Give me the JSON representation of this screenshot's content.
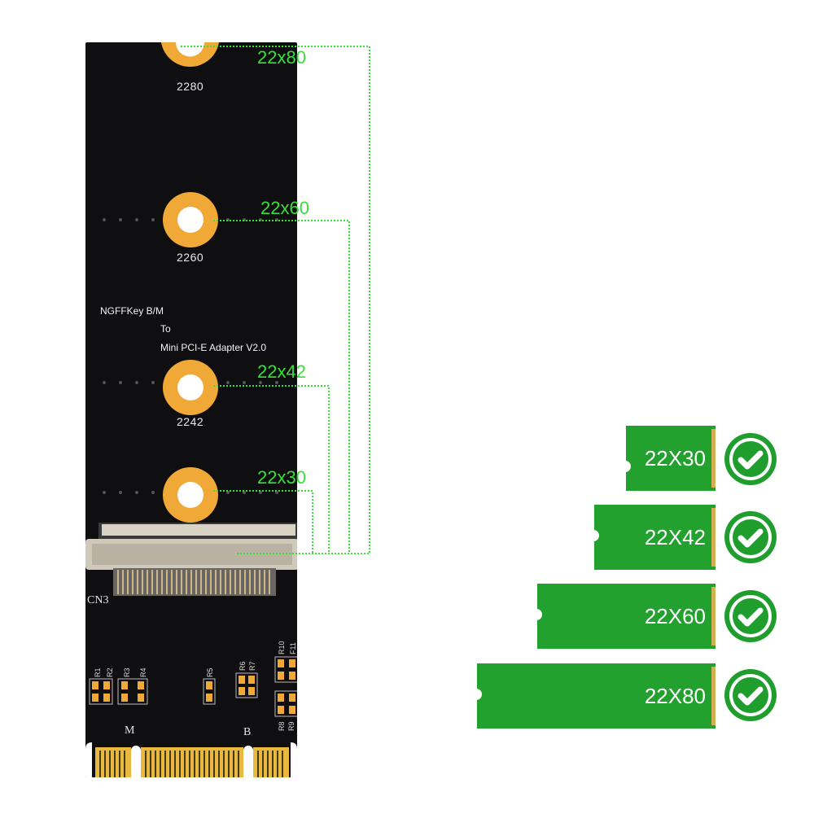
{
  "board": {
    "holes": [
      {
        "label": "2280",
        "dim": "22x80"
      },
      {
        "label": "2260",
        "dim": "22x60"
      },
      {
        "label": "2242",
        "dim": "22x42"
      },
      {
        "label": "",
        "dim": "22x30"
      }
    ],
    "title_line1": "NGFFKey B/M",
    "title_line2": "To",
    "title_line3": "Mini PCI-E Adapter V2.0",
    "connector_ref": "CN3",
    "resistor_refs": [
      "R1",
      "R2",
      "R3",
      "R4",
      "R5",
      "R6",
      "R7",
      "R10",
      "F11",
      "R8",
      "R9"
    ],
    "key_m": "M",
    "key_b": "B"
  },
  "cards": [
    {
      "label": "22X30"
    },
    {
      "label": "22X42"
    },
    {
      "label": "22X60"
    },
    {
      "label": "22X80"
    }
  ],
  "colors": {
    "pcb": "#0f0f11",
    "gold": "#f0a937",
    "dimension_green": "#36e039",
    "card_green": "#23a12f",
    "check_green": "#1f9e2e"
  },
  "icons": [
    "check-icon"
  ]
}
